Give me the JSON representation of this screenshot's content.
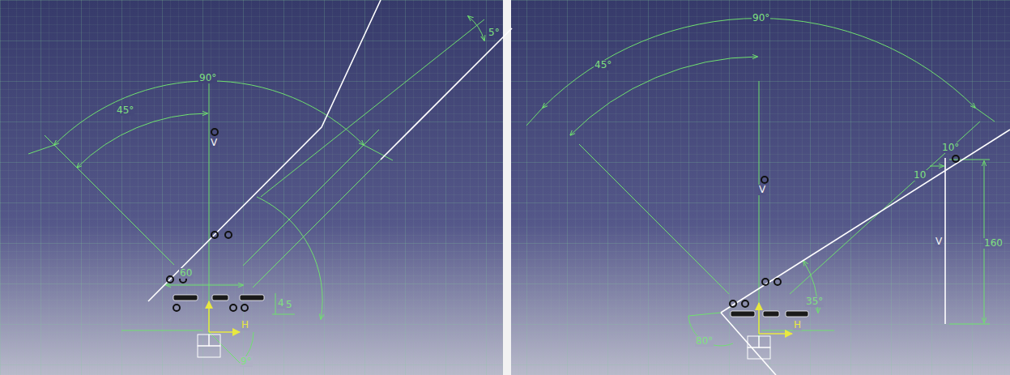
{
  "diagram": {
    "labels": [
      "5°",
      "90°",
      "45°",
      "V",
      "60",
      "4",
      "5",
      "H",
      "9°",
      "90°",
      "45°",
      "V",
      "10°",
      "10",
      "V",
      "160",
      "35°",
      "80°",
      "H"
    ]
  }
}
